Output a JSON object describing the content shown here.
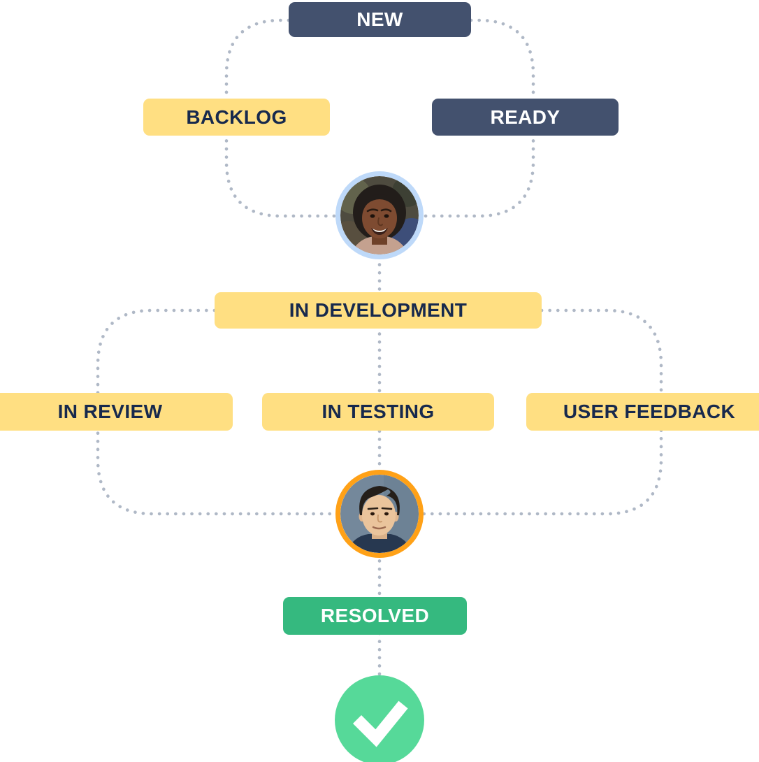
{
  "diagram": {
    "type": "issue-workflow",
    "nodes": {
      "new": {
        "label": "NEW",
        "color": "#43516E",
        "text_color": "#FFFFFF"
      },
      "backlog": {
        "label": "BACKLOG",
        "color": "#FFDF82",
        "text_color": "#17294D"
      },
      "ready": {
        "label": "READY",
        "color": "#43516E",
        "text_color": "#FFFFFF"
      },
      "in_development": {
        "label": "IN DEVELOPMENT",
        "color": "#FFDF82",
        "text_color": "#17294D"
      },
      "in_review": {
        "label": "IN REVIEW",
        "color": "#FFDF82",
        "text_color": "#17294D"
      },
      "in_testing": {
        "label": "IN TESTING",
        "color": "#FFDF82",
        "text_color": "#17294D"
      },
      "user_feedback": {
        "label": "USER FEEDBACK",
        "color": "#FFDF82",
        "text_color": "#17294D"
      },
      "resolved": {
        "label": "RESOLVED",
        "color": "#35B97F",
        "text_color": "#FFFFFF"
      }
    },
    "avatars": {
      "assignee_top": {
        "ring_color": "#BED9F9",
        "alt": "woman portrait photo"
      },
      "assignee_bottom": {
        "ring_color": "#FFA117",
        "alt": "man portrait photo"
      }
    },
    "done_icon": {
      "shape": "check",
      "circle_color": "#56D999",
      "check_color": "#FFFFFF"
    },
    "connector": {
      "style": "dotted",
      "color": "#AFB8C6"
    },
    "edges": [
      {
        "from": "new",
        "to": "backlog"
      },
      {
        "from": "new",
        "to": "ready"
      },
      {
        "from": "backlog",
        "to": "assignee_top"
      },
      {
        "from": "ready",
        "to": "assignee_top"
      },
      {
        "from": "assignee_top",
        "to": "in_development"
      },
      {
        "from": "in_development",
        "to": "in_review"
      },
      {
        "from": "in_development",
        "to": "in_testing"
      },
      {
        "from": "in_development",
        "to": "user_feedback"
      },
      {
        "from": "in_review",
        "to": "assignee_bottom"
      },
      {
        "from": "in_testing",
        "to": "assignee_bottom"
      },
      {
        "from": "user_feedback",
        "to": "assignee_bottom"
      },
      {
        "from": "assignee_bottom",
        "to": "resolved"
      },
      {
        "from": "resolved",
        "to": "done_check"
      }
    ]
  }
}
